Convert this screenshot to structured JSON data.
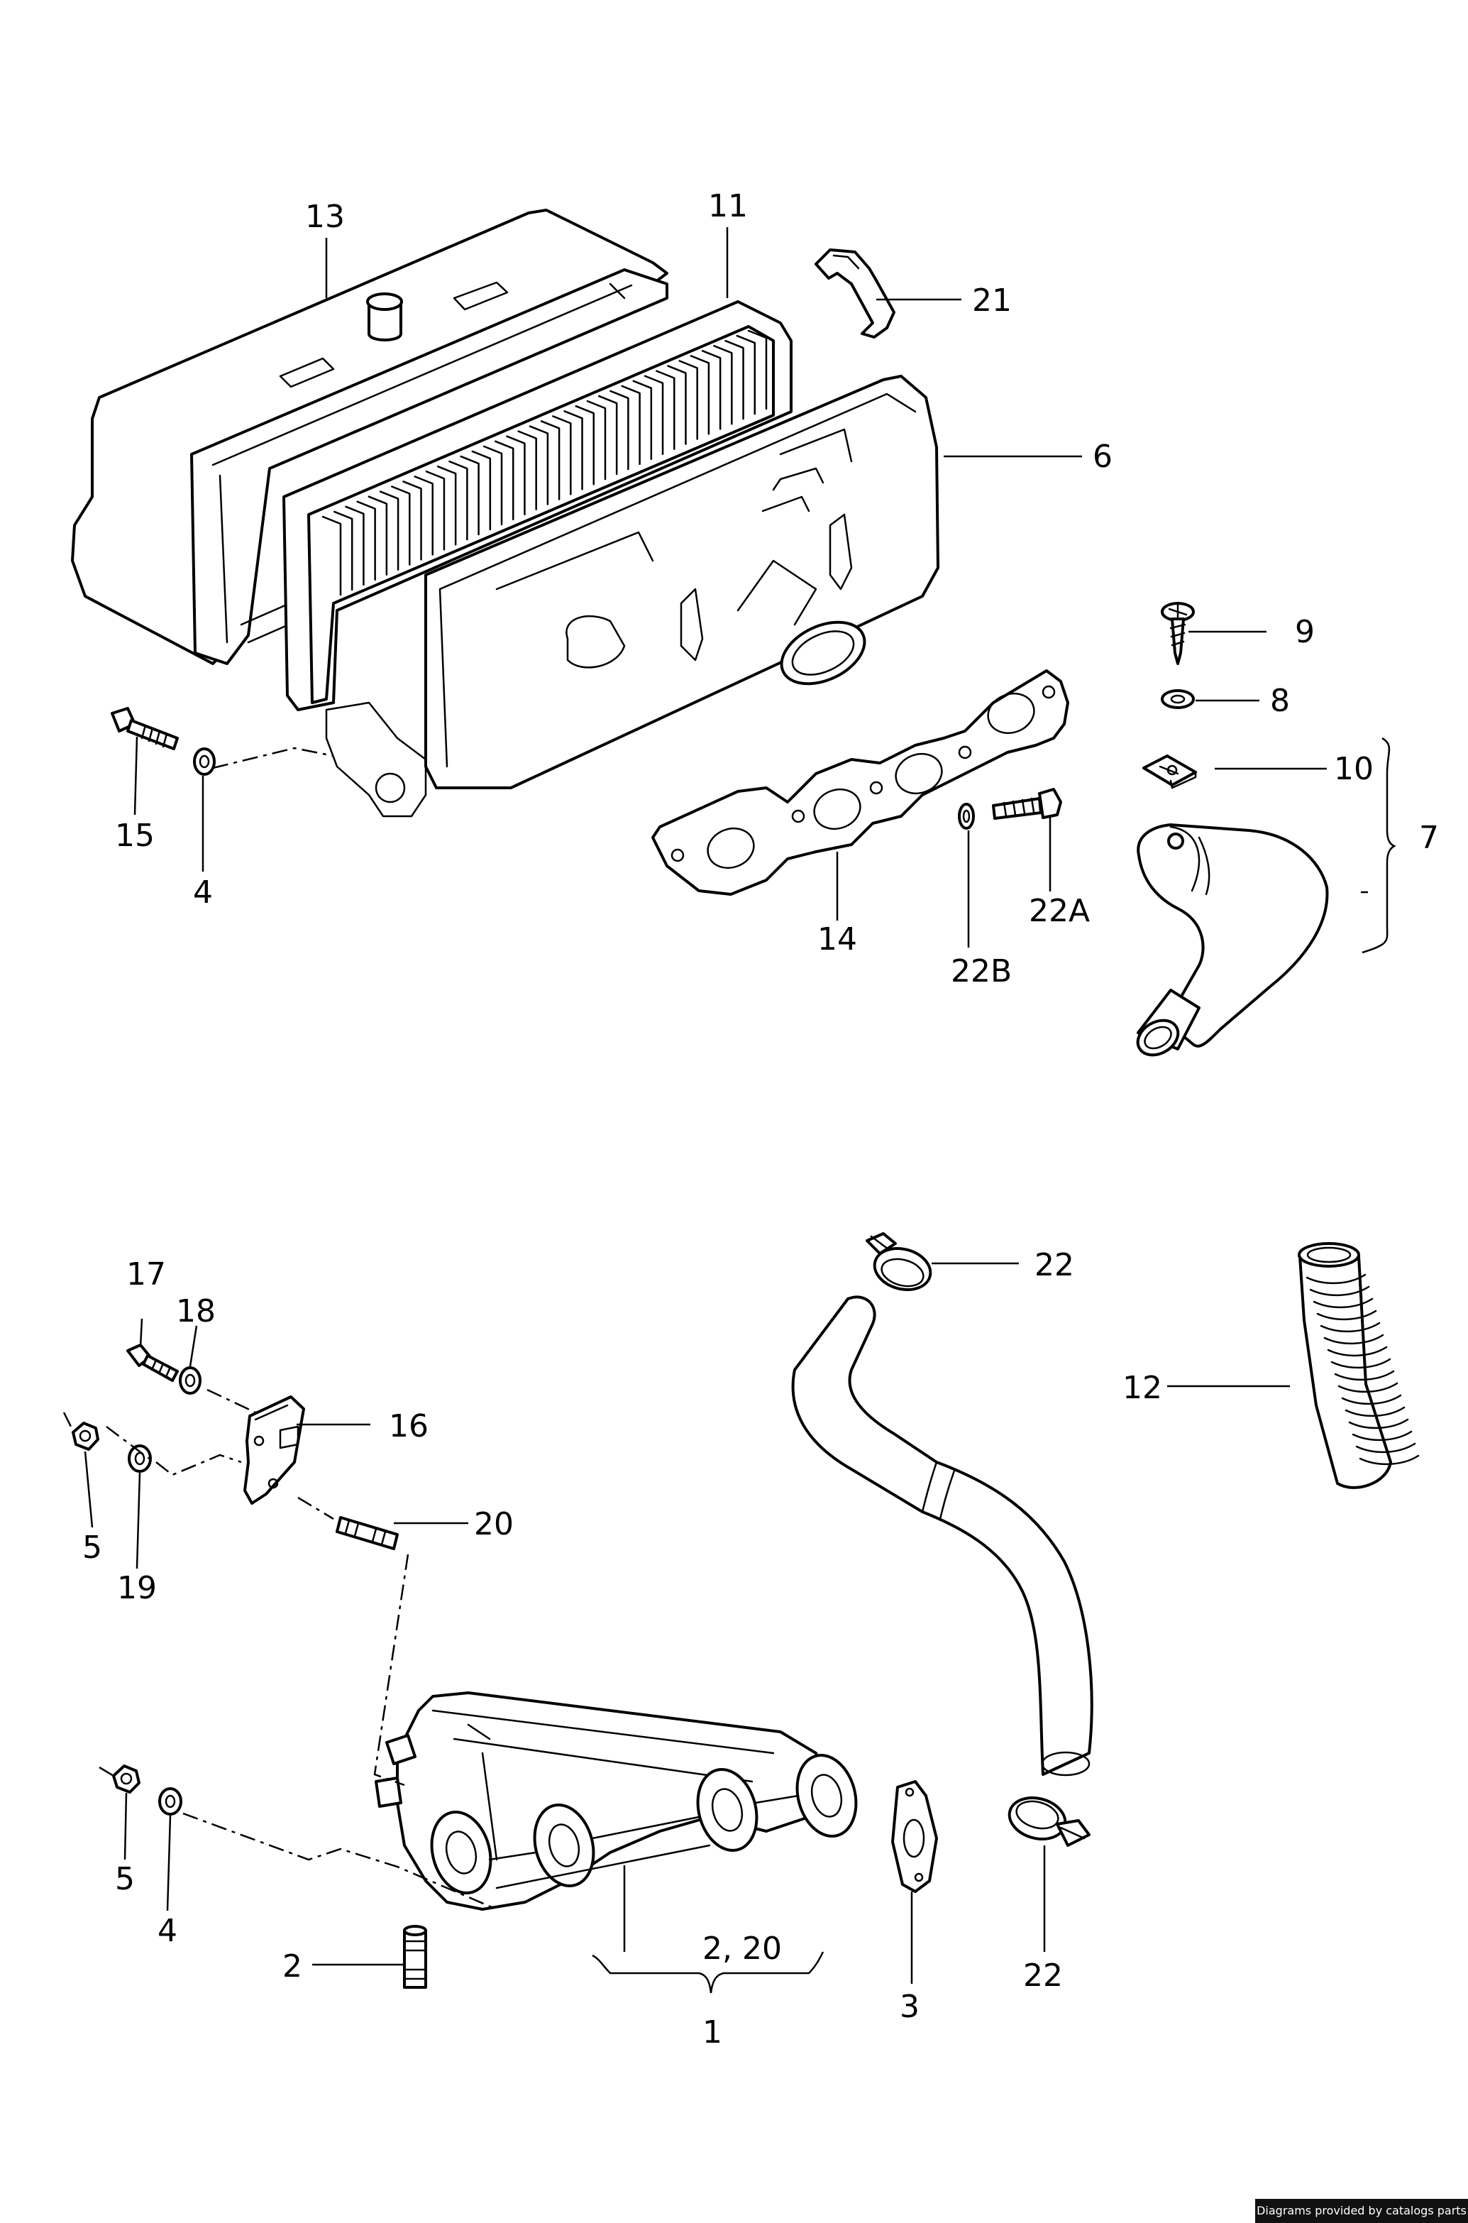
{
  "callouts": {
    "p13": "13",
    "p11": "11",
    "p21": "21",
    "p6": "6",
    "p9": "9",
    "p8": "8",
    "p10": "10",
    "p7": "7",
    "p15": "15",
    "p4_top": "4",
    "p14": "14",
    "p22a": "22A",
    "p22b": "22B",
    "p22_top": "22",
    "p12": "12",
    "p17": "17",
    "p18": "18",
    "p16": "16",
    "p5_top": "5",
    "p19": "19",
    "p20": "20",
    "p5_bottom": "5",
    "p4_bottom": "4",
    "p2": "2",
    "p2_20": "2,  20",
    "p1": "1",
    "p3": "3",
    "p22_bottom": "22"
  },
  "footer": "Diagrams provided by catalogs parts"
}
